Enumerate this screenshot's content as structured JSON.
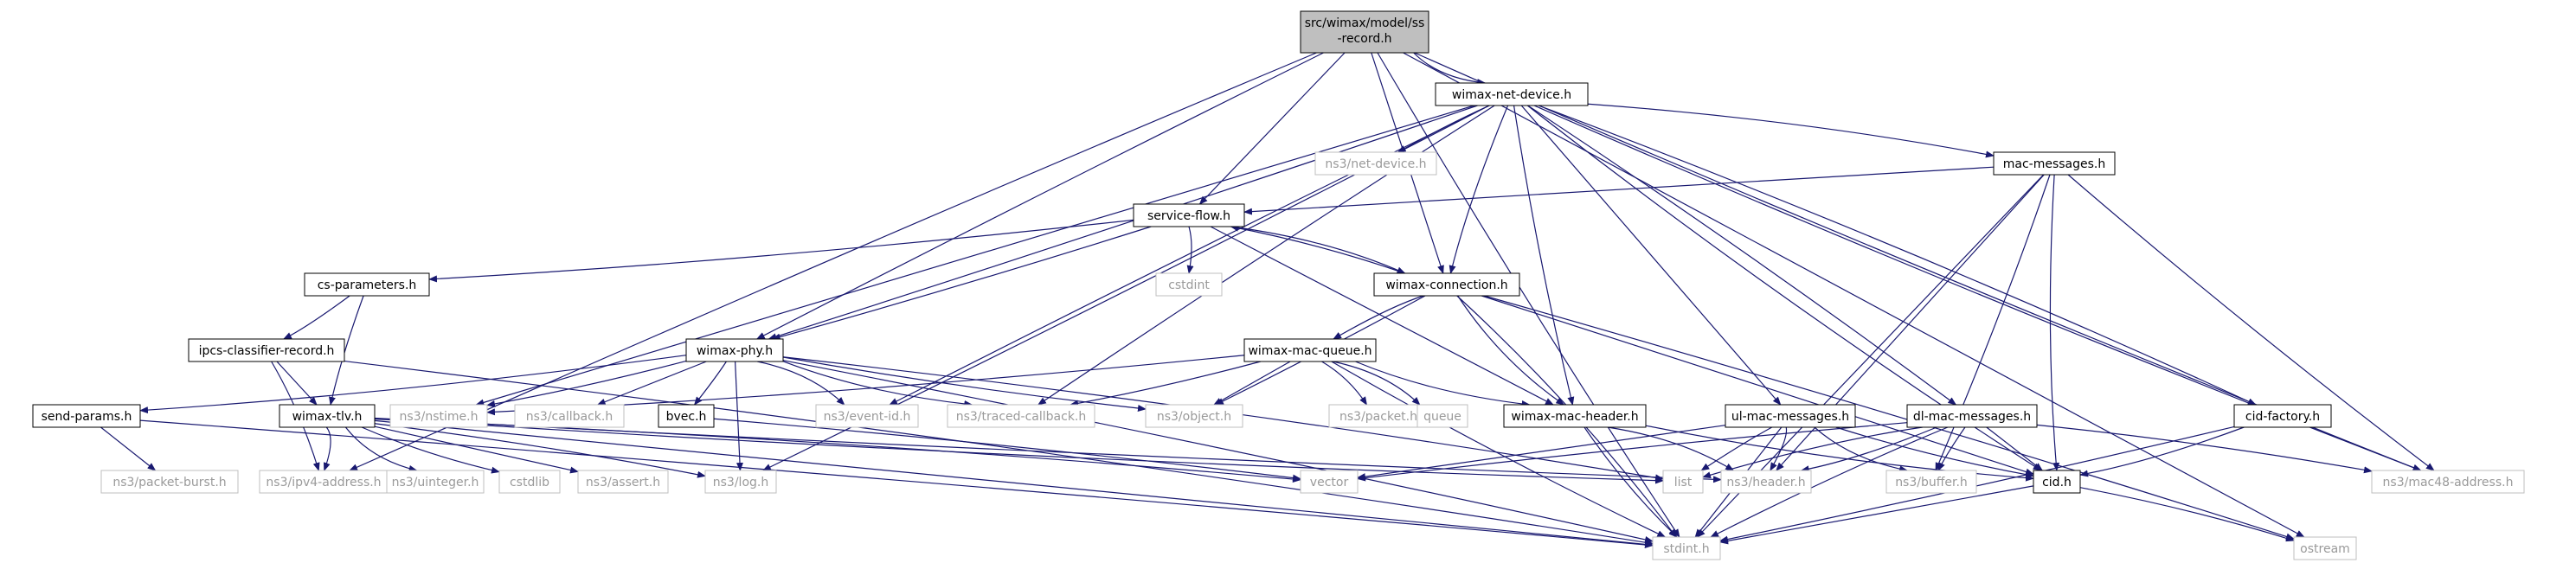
{
  "nodes": {
    "root": {
      "l1": "src/wimax/model/ss",
      "l2": "-record.h",
      "kind": "root"
    },
    "wnd": {
      "label": "wimax-net-device.h",
      "kind": "file"
    },
    "netdev": {
      "label": "ns3/net-device.h",
      "kind": "ext"
    },
    "mac_msg": {
      "label": "mac-messages.h",
      "kind": "file"
    },
    "sflow": {
      "label": "service-flow.h",
      "kind": "file"
    },
    "cstdint": {
      "label": "cstdint",
      "kind": "ext"
    },
    "wconn": {
      "label": "wimax-connection.h",
      "kind": "file"
    },
    "csparam": {
      "label": "cs-parameters.h",
      "kind": "file"
    },
    "ipcs": {
      "label": "ipcs-classifier-record.h",
      "kind": "file"
    },
    "wphy": {
      "label": "wimax-phy.h",
      "kind": "file"
    },
    "wmq": {
      "label": "wimax-mac-queue.h",
      "kind": "file"
    },
    "sendp": {
      "label": "send-params.h",
      "kind": "file"
    },
    "wtlv": {
      "label": "wimax-tlv.h",
      "kind": "file"
    },
    "nstime": {
      "label": "ns3/nstime.h",
      "kind": "ext"
    },
    "callback": {
      "label": "ns3/callback.h",
      "kind": "ext"
    },
    "bvec": {
      "label": "bvec.h",
      "kind": "file"
    },
    "eventid": {
      "label": "ns3/event-id.h",
      "kind": "ext"
    },
    "tcb": {
      "label": "ns3/traced-callback.h",
      "kind": "ext"
    },
    "object": {
      "label": "ns3/object.h",
      "kind": "ext"
    },
    "packet": {
      "label": "ns3/packet.h",
      "kind": "ext"
    },
    "queue": {
      "label": "queue",
      "kind": "ext"
    },
    "wmh": {
      "label": "wimax-mac-header.h",
      "kind": "file"
    },
    "ulmm": {
      "label": "ul-mac-messages.h",
      "kind": "file"
    },
    "dlmm": {
      "label": "dl-mac-messages.h",
      "kind": "file"
    },
    "cidf": {
      "label": "cid-factory.h",
      "kind": "file"
    },
    "pburst": {
      "label": "ns3/packet-burst.h",
      "kind": "ext"
    },
    "ipv4": {
      "label": "ns3/ipv4-address.h",
      "kind": "ext"
    },
    "uint": {
      "label": "ns3/uinteger.h",
      "kind": "ext"
    },
    "cstdlib": {
      "label": "cstdlib",
      "kind": "ext"
    },
    "assert": {
      "label": "ns3/assert.h",
      "kind": "ext"
    },
    "log": {
      "label": "ns3/log.h",
      "kind": "ext"
    },
    "vector": {
      "label": "vector",
      "kind": "ext"
    },
    "list": {
      "label": "list",
      "kind": "ext"
    },
    "header": {
      "label": "ns3/header.h",
      "kind": "ext"
    },
    "buffer": {
      "label": "ns3/buffer.h",
      "kind": "ext"
    },
    "cid": {
      "label": "cid.h",
      "kind": "file"
    },
    "mac48": {
      "label": "ns3/mac48-address.h",
      "kind": "ext"
    },
    "stdint": {
      "label": "stdint.h",
      "kind": "ext"
    },
    "ostream": {
      "label": "ostream",
      "kind": "ext"
    }
  },
  "edges": [
    [
      "root",
      "wnd"
    ],
    [
      "root",
      "sflow"
    ],
    [
      "root",
      "wconn"
    ],
    [
      "root",
      "wphy"
    ],
    [
      "root",
      "ipv4"
    ],
    [
      "root",
      "mac48"
    ],
    [
      "root",
      "stdint"
    ],
    [
      "root",
      "ostream"
    ],
    [
      "wnd",
      "netdev"
    ],
    [
      "wnd",
      "mac_msg"
    ],
    [
      "wnd",
      "wconn"
    ],
    [
      "wnd",
      "wphy"
    ],
    [
      "wnd",
      "nstime"
    ],
    [
      "wnd",
      "eventid"
    ],
    [
      "wnd",
      "tcb"
    ],
    [
      "wnd",
      "log"
    ],
    [
      "wnd",
      "wmh"
    ],
    [
      "wnd",
      "ulmm"
    ],
    [
      "wnd",
      "dlmm"
    ],
    [
      "wnd",
      "cidf"
    ],
    [
      "wnd",
      "cid"
    ],
    [
      "wnd",
      "mac48"
    ],
    [
      "mac_msg",
      "sflow"
    ],
    [
      "mac_msg",
      "header"
    ],
    [
      "mac_msg",
      "buffer"
    ],
    [
      "mac_msg",
      "cid"
    ],
    [
      "mac_msg",
      "mac48"
    ],
    [
      "mac_msg",
      "stdint"
    ],
    [
      "sflow",
      "cstdint"
    ],
    [
      "sflow",
      "wconn"
    ],
    [
      "sflow",
      "csparam"
    ],
    [
      "sflow",
      "wphy"
    ],
    [
      "sflow",
      "wmh"
    ],
    [
      "wconn",
      "sflow"
    ],
    [
      "wconn",
      "wmq"
    ],
    [
      "wconn",
      "wmh"
    ],
    [
      "wconn",
      "object"
    ],
    [
      "wconn",
      "cid"
    ],
    [
      "wconn",
      "ostream"
    ],
    [
      "wconn",
      "stdint"
    ],
    [
      "csparam",
      "ipcs"
    ],
    [
      "csparam",
      "wtlv"
    ],
    [
      "ipcs",
      "wtlv"
    ],
    [
      "ipcs",
      "ipv4"
    ],
    [
      "ipcs",
      "stdint"
    ],
    [
      "wphy",
      "sendp"
    ],
    [
      "wphy",
      "nstime"
    ],
    [
      "wphy",
      "callback"
    ],
    [
      "wphy",
      "bvec"
    ],
    [
      "wphy",
      "eventid"
    ],
    [
      "wphy",
      "tcb"
    ],
    [
      "wphy",
      "object"
    ],
    [
      "wphy",
      "log"
    ],
    [
      "wphy",
      "stdint"
    ],
    [
      "wphy",
      "list"
    ],
    [
      "wmq",
      "nstime"
    ],
    [
      "wmq",
      "tcb"
    ],
    [
      "wmq",
      "object"
    ],
    [
      "wmq",
      "packet"
    ],
    [
      "wmq",
      "queue"
    ],
    [
      "wmq",
      "wmh"
    ],
    [
      "wmq",
      "stdint"
    ],
    [
      "sendp",
      "pburst"
    ],
    [
      "sendp",
      "stdint"
    ],
    [
      "wtlv",
      "ipv4"
    ],
    [
      "wtlv",
      "uint"
    ],
    [
      "wtlv",
      "cstdlib"
    ],
    [
      "wtlv",
      "assert"
    ],
    [
      "wtlv",
      "log"
    ],
    [
      "wtlv",
      "vector"
    ],
    [
      "wtlv",
      "list"
    ],
    [
      "wtlv",
      "header"
    ],
    [
      "wtlv",
      "stdint"
    ],
    [
      "bvec",
      "vector"
    ],
    [
      "wmh",
      "header"
    ],
    [
      "wmh",
      "cid"
    ],
    [
      "wmh",
      "stdint"
    ],
    [
      "ulmm",
      "vector"
    ],
    [
      "ulmm",
      "list"
    ],
    [
      "ulmm",
      "header"
    ],
    [
      "ulmm",
      "buffer"
    ],
    [
      "ulmm",
      "cid"
    ],
    [
      "ulmm",
      "stdint"
    ],
    [
      "dlmm",
      "vector"
    ],
    [
      "dlmm",
      "list"
    ],
    [
      "dlmm",
      "header"
    ],
    [
      "dlmm",
      "buffer"
    ],
    [
      "dlmm",
      "cid"
    ],
    [
      "dlmm",
      "mac48"
    ],
    [
      "dlmm",
      "stdint"
    ],
    [
      "cidf",
      "cid"
    ],
    [
      "cidf",
      "stdint"
    ],
    [
      "cid",
      "stdint"
    ],
    [
      "cid",
      "ostream"
    ]
  ],
  "colors": {
    "edge": "#191970",
    "root_fill": "#bfbfbf",
    "root_stroke": "#000000",
    "file_stroke": "#000000",
    "ext_stroke": "#bfbfbf",
    "file_text": "#000000",
    "ext_text": "#9a9a9a"
  }
}
